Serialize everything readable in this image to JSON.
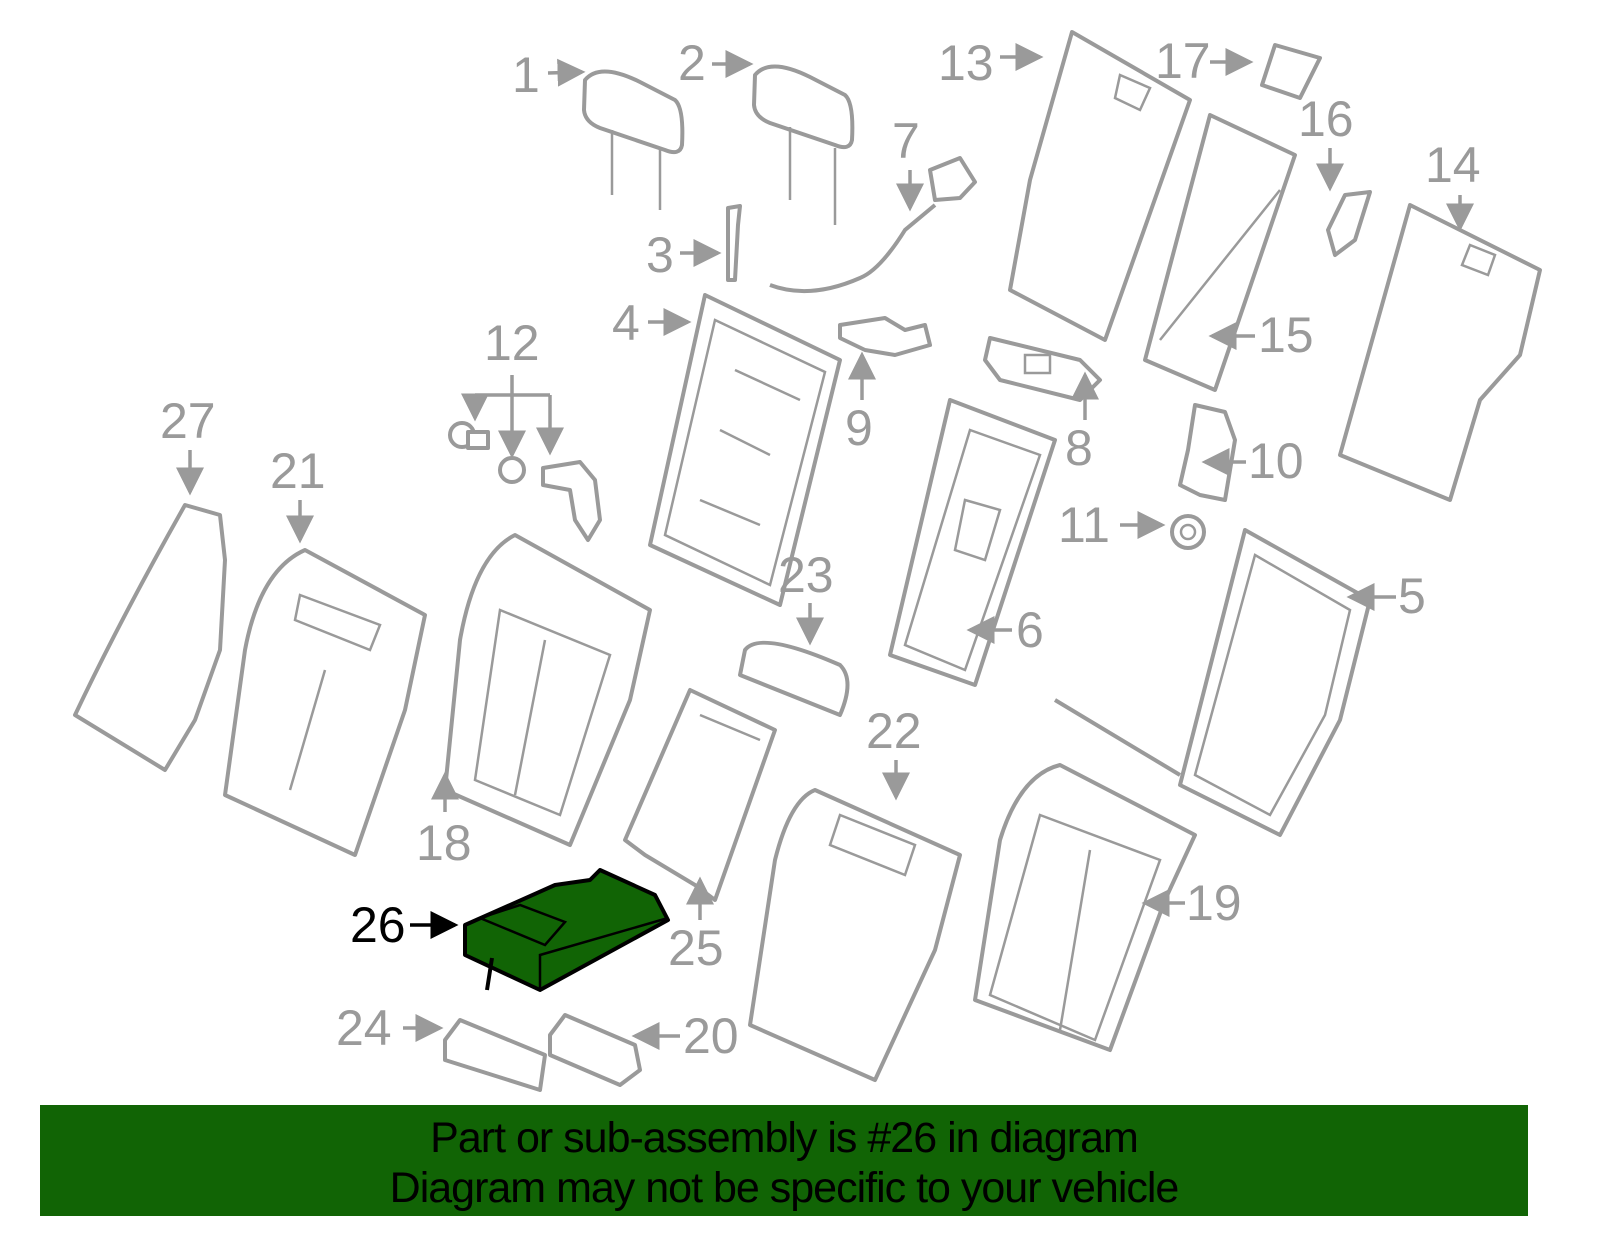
{
  "diagram": {
    "highlighted_part": "26",
    "highlight_color": "#116405",
    "part_labels": [
      "1",
      "2",
      "3",
      "4",
      "5",
      "6",
      "7",
      "8",
      "9",
      "10",
      "11",
      "12",
      "13",
      "14",
      "15",
      "16",
      "17",
      "18",
      "19",
      "20",
      "21",
      "22",
      "23",
      "24",
      "25",
      "26",
      "27"
    ]
  },
  "banner": {
    "line1": "Part or sub-assembly is #26 in diagram",
    "line2": "Diagram may not be specific to your vehicle",
    "background": "#116405"
  }
}
